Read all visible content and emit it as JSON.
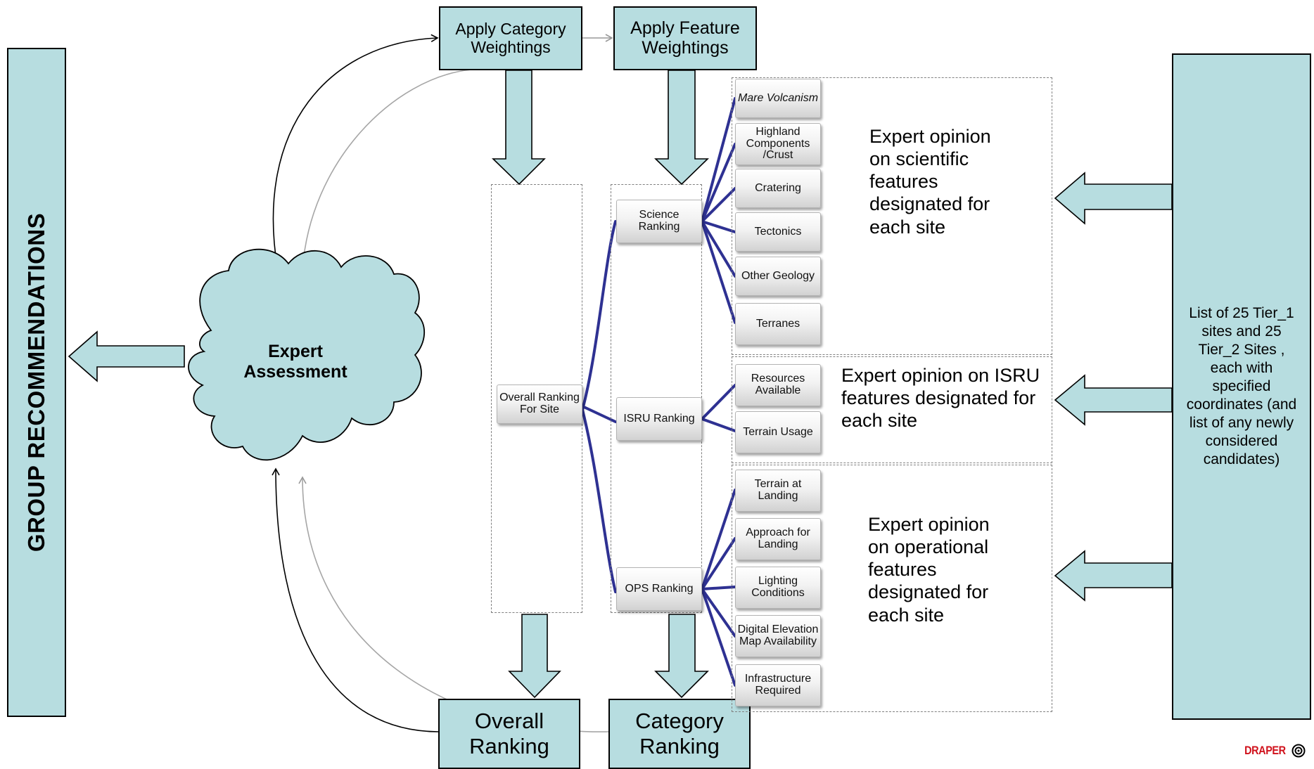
{
  "group_recommendations": "GROUP RECOMMENDATIONS",
  "expert_assessment": "Expert Assessment",
  "apply_category_weightings": "Apply Category Weightings",
  "apply_feature_weightings": "Apply Feature Weightings",
  "overall_ranking_box": "Overall Ranking",
  "category_ranking_box": "Category Ranking",
  "overall_ranking_for_site": "Overall Ranking For Site",
  "categories": {
    "science": "Science Ranking",
    "isru": "ISRU Ranking",
    "ops": "OPS Ranking"
  },
  "features": {
    "science": [
      "Mare Volcanism",
      "Highland Components /Crust",
      "Cratering",
      "Tectonics",
      "Other Geology",
      "Terranes"
    ],
    "isru": [
      "Resources Available",
      "Terrain Usage"
    ],
    "ops": [
      "Terrain at Landing",
      "Approach for Landing",
      "Lighting Conditions",
      "Digital Elevation Map Availability",
      "Infrastructure Required"
    ]
  },
  "opinions": {
    "science": "Expert opinion on scientific features designated for each site",
    "isru": "Expert opinion on ISRU features designated for each site",
    "ops": "Expert opinion on operational features designated for each site"
  },
  "site_list": "List of 25 Tier_1 sites and 25 Tier_2 Sites , each with specified coordinates (and list of any newly considered candidates)",
  "logo": "DRAPER",
  "colors": {
    "box_fill": "#b7dde0",
    "connector": "#2e3192",
    "dashed_border": "#808080"
  }
}
